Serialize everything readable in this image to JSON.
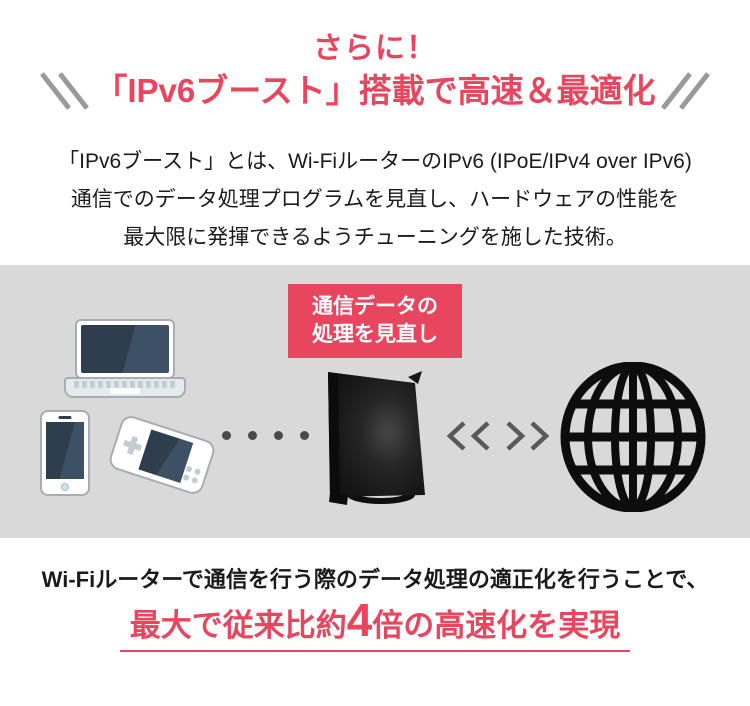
{
  "header": {
    "subtitle": "さらに！",
    "title": "「IPv6ブースト」搭載で高速＆最適化"
  },
  "description": {
    "lines": [
      "「IPv6ブースト」とは、Wi-FiルーターのIPv6 (IPoE/IPv4 over IPv6)",
      "通信でのデータ処理プログラムを見直し、ハードウェアの性能を",
      "最大限に発揮できるようチューニングを施した技術。"
    ]
  },
  "diagram": {
    "label": {
      "lines": [
        "通信データの",
        "処理を見直し"
      ]
    },
    "connection_dots": 4,
    "icons": [
      "laptop-icon",
      "smartphone-icon",
      "game-console-icon",
      "router-image",
      "wireless-link-icon",
      "internet-globe-icon"
    ]
  },
  "footer": {
    "line1": "Wi-Fiルーターで通信を行う際のデータ処理の適正化を行うことで、",
    "highlight": {
      "prefix": "最大で従来比約",
      "number": "4",
      "suffix": "倍の高速化を実現"
    }
  },
  "colors": {
    "accent": "#e8465f",
    "band_background": "#d9d9d9",
    "slash_gray": "#9a9a9a",
    "screen_navy": "#2e3e4e",
    "screen_navy_light": "#3e5164",
    "text_black": "#1b1b1b",
    "icon_black": "#0d0d0d",
    "link_gray": "#595959",
    "device_outline": "#a7adb2",
    "device_fill": "#ffffff"
  }
}
